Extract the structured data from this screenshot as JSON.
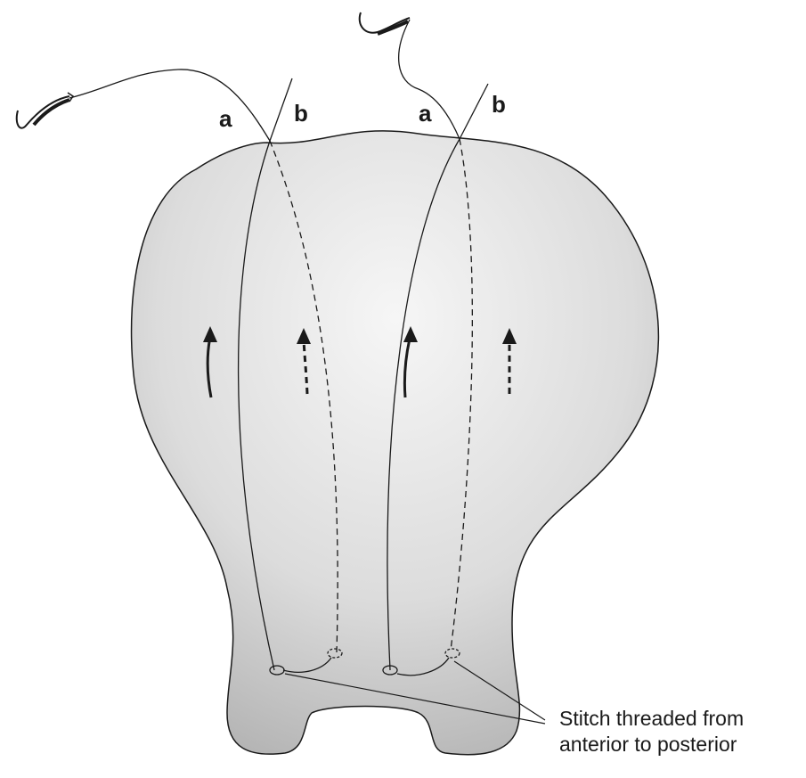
{
  "labels": {
    "left_suture": {
      "a": "a",
      "b": "b"
    },
    "right_suture": {
      "a": "a",
      "b": "b"
    }
  },
  "caption": {
    "line1": "Stitch threaded from",
    "line2": "anterior to posterior"
  },
  "colors": {
    "uterus_fill_light": "#f4f4f4",
    "uterus_fill_dark": "#b9b9b9",
    "line": "#1a1a1a"
  },
  "icons": [
    "curved-needle-icon",
    "curved-needle-icon",
    "up-arrow-icon",
    "up-arrow-icon",
    "dashed-up-arrow-icon",
    "dashed-up-arrow-icon"
  ]
}
